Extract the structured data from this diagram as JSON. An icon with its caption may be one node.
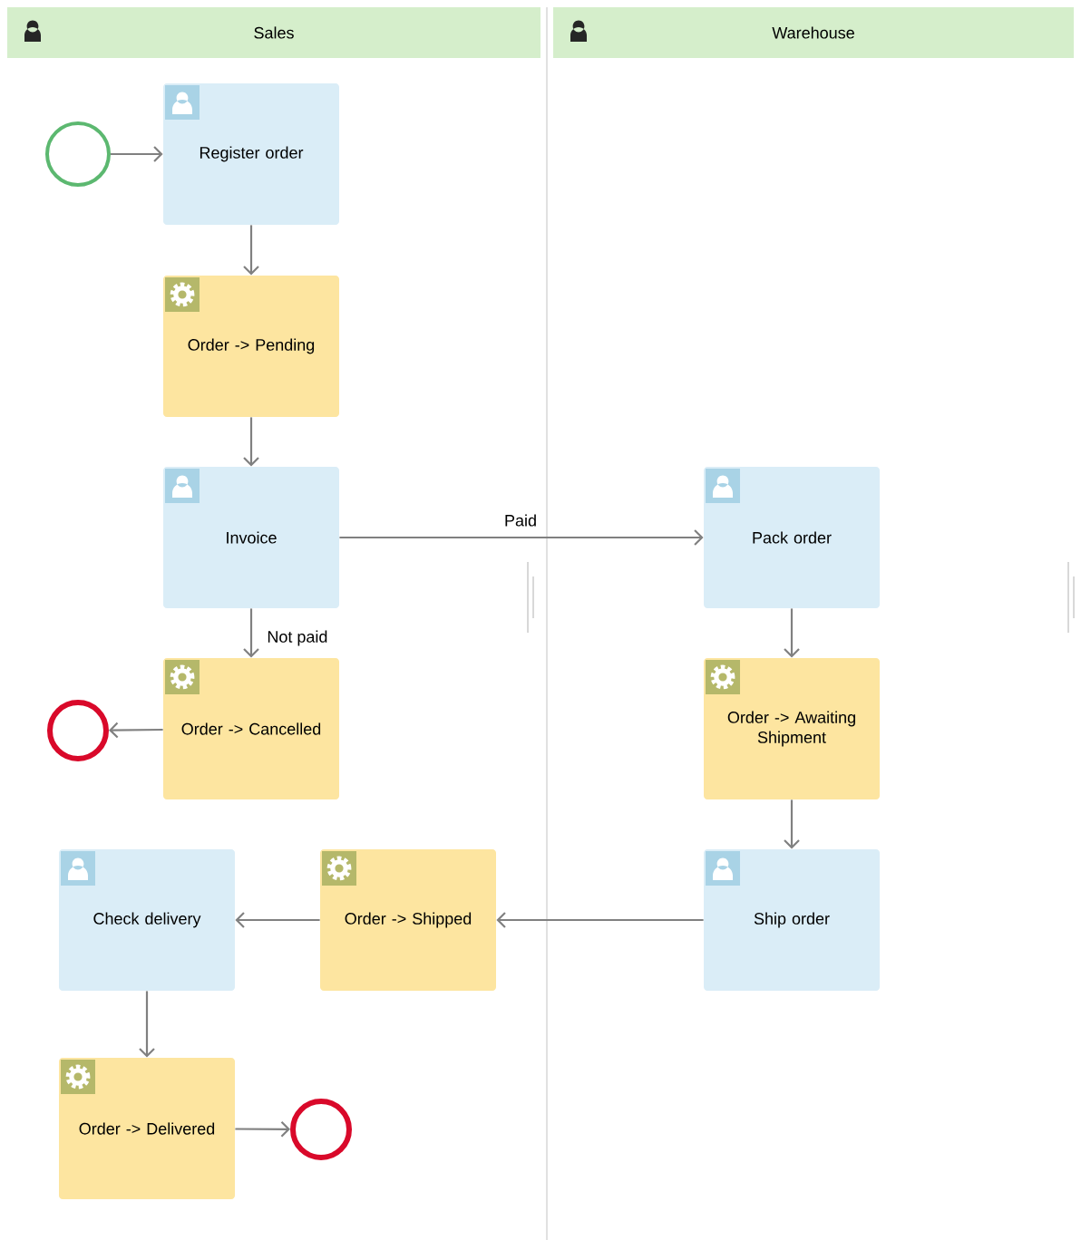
{
  "diagram": {
    "nodes": [
      {
        "text": [
          "Sales"
        ]
      },
      {
        "text": [
          "Warehouse"
        ]
      },
      {
        "text": [],
        "shape": "circle"
      },
      {
        "text": [
          "Register order"
        ]
      },
      {
        "text": [
          "Order -> Pending"
        ]
      },
      {
        "text": [
          "Invoice"
        ]
      },
      {
        "text": [
          "Order -> Cancelled"
        ]
      },
      {
        "text": [],
        "shape": "circle"
      },
      {
        "text": [
          "Pack order"
        ]
      },
      {
        "text": [
          "Order -> Awaiting Shipment"
        ]
      },
      {
        "text": [
          "Ship order"
        ]
      },
      {
        "text": [
          "Order -> Shipped"
        ]
      },
      {
        "text": [
          "Check delivery"
        ]
      },
      {
        "text": [
          "Order -> Delivered"
        ]
      },
      {
        "text": [],
        "shape": "circle"
      }
    ],
    "edges": [
      {
        "from": 2,
        "to": 3,
        "arrow": "to"
      },
      {
        "from": 3,
        "to": 4,
        "arrow": "to"
      },
      {
        "from": 4,
        "to": 5,
        "arrow": "to"
      },
      {
        "from": 5,
        "to": 8,
        "arrow": "to",
        "label": "Paid"
      },
      {
        "from": 5,
        "to": 6,
        "arrow": "to",
        "label": "Not paid"
      },
      {
        "from": 6,
        "to": 7,
        "arrow": "to"
      },
      {
        "from": 8,
        "to": 9,
        "arrow": "to"
      },
      {
        "from": 9,
        "to": 10,
        "arrow": "to"
      },
      {
        "from": 10,
        "to": 11,
        "arrow": "to"
      },
      {
        "from": 11,
        "to": 12,
        "arrow": "to"
      },
      {
        "from": 12,
        "to": 13,
        "arrow": "to"
      },
      {
        "from": 13,
        "to": 14,
        "arrow": "to"
      }
    ]
  }
}
